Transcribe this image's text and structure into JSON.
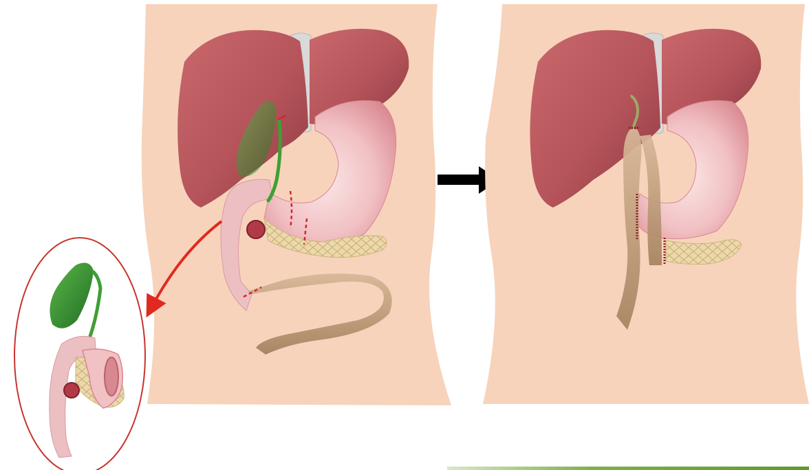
{
  "figure": {
    "panels": [
      {
        "id": "before",
        "description_name": "preoperative-anatomy"
      },
      {
        "id": "after",
        "description_name": "postoperative-reconstruction"
      }
    ],
    "inset": {
      "id": "resected-specimen"
    },
    "colors": {
      "skin": "#f7d3bc",
      "liver": "#b5545a",
      "liver_dark": "#8e3a42",
      "stomach": "#f3c3c6",
      "stomach_shade": "#d8868f",
      "duodenum": "#ecbfc3",
      "pancreas": "#ead7a8",
      "bowel": "#c9a787",
      "bowel_dark": "#a5825f",
      "gallbladder": "#2f8a2e",
      "tumor": "#b23a48",
      "cut_line": "#d2262b",
      "suture": "#8c1e22",
      "arrow_red": "#e02a20",
      "arrow_black": "#000000",
      "ligament": "#c9c9c9"
    },
    "icons": [
      "flow-arrow-right-icon",
      "callout-arrow-icon"
    ]
  }
}
